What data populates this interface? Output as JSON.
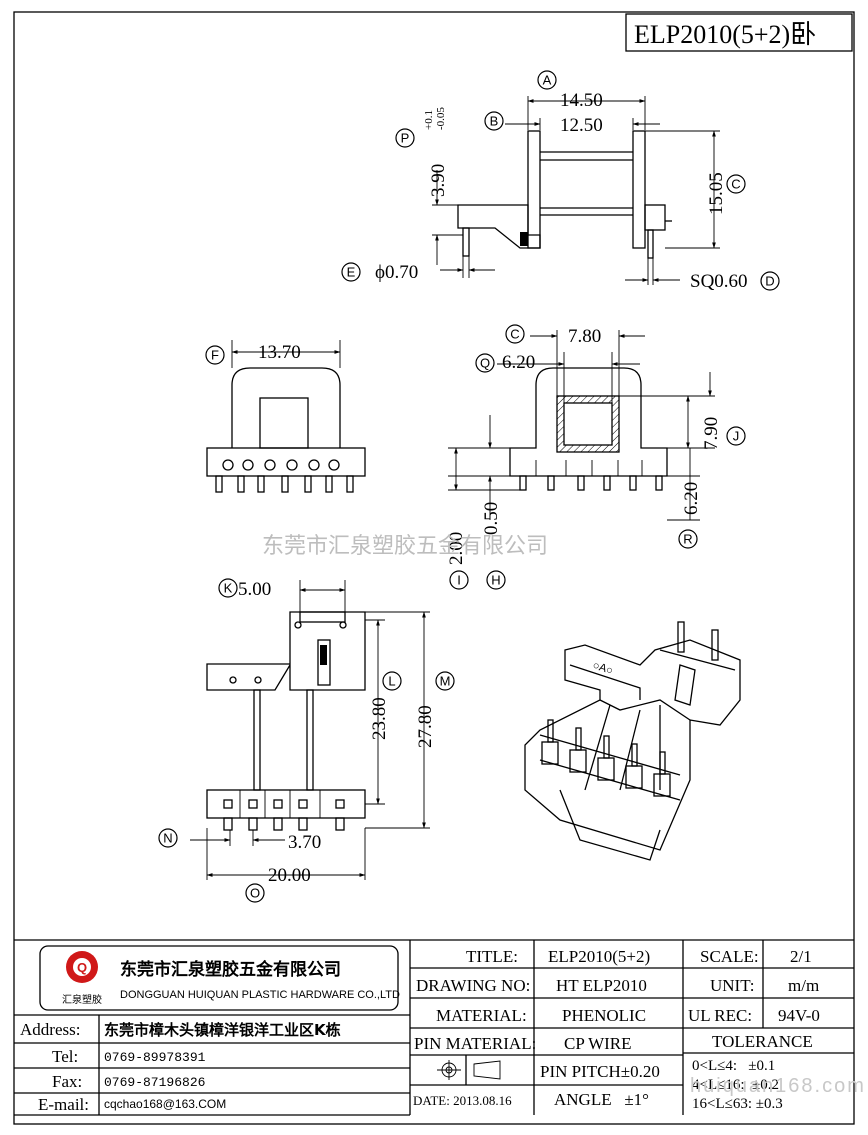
{
  "title": "ELP2010(5+2)卧",
  "watermark_cn": "东莞市汇泉塑胶五金有限公司",
  "watermark_url": "huiquan168.com",
  "dims": {
    "a": "14.50",
    "b": "12.50",
    "p": "3.90",
    "p_tol_up": "+0.1",
    "p_tol_dn": "-0.05",
    "c": "15.05",
    "e": "ϕ0.70",
    "d": "SQ0.60",
    "f": "13.70",
    "c2": "7.80",
    "q": "6.20",
    "j": "7.90",
    "r": "6.20",
    "i": "2.00",
    "h": "0.50",
    "k": "5.00",
    "l": "23.80",
    "m": "27.80",
    "n": "3.70",
    "o": "20.00"
  },
  "markers": [
    "A",
    "B",
    "P",
    "C",
    "E",
    "D",
    "F",
    "C",
    "Q",
    "J",
    "R",
    "I",
    "H",
    "K",
    "L",
    "M",
    "N",
    "O"
  ],
  "titleblock": {
    "company_cn": "东莞市汇泉塑胶五金有限公司",
    "company_en": "DONGGUAN HUIQUAN PLASTIC HARDWARE CO.,LTD",
    "logo_text": "汇泉塑胶",
    "address_label": "Address:",
    "address": "东莞市樟木头镇樟洋银洋工业区K栋",
    "tel_label": "Tel:",
    "tel": "0769-89978391",
    "fax_label": "Fax:",
    "fax": "0769-87196826",
    "email_label": "E-mail:",
    "email": "cqchao168@163.COM",
    "title_label": "TITLE:",
    "title_value": "ELP2010(5+2)",
    "drawing_label": "DRAWING NO:",
    "drawing_value": "HT ELP2010",
    "material_label": "MATERIAL:",
    "material_value": "PHENOLIC",
    "pin_material_label": "PIN MATERIAL:",
    "pin_material_value": "CP WIRE",
    "pin_pitch": "PIN PITCH±0.20",
    "angle": "ANGLE   ±1°",
    "date": "DATE: 2013.08.16",
    "scale_label": "SCALE:",
    "scale_value": "2/1",
    "unit_label": "UNIT:",
    "unit_value": "m/m",
    "ul_label": "UL REC:",
    "ul_value": "94V-0",
    "tolerance": "TOLERANCE",
    "tol1": "0<L≤4:   ±0.1",
    "tol2": "4<L≤16:  ±0.2",
    "tol3": "16<L≤63: ±0.3"
  }
}
